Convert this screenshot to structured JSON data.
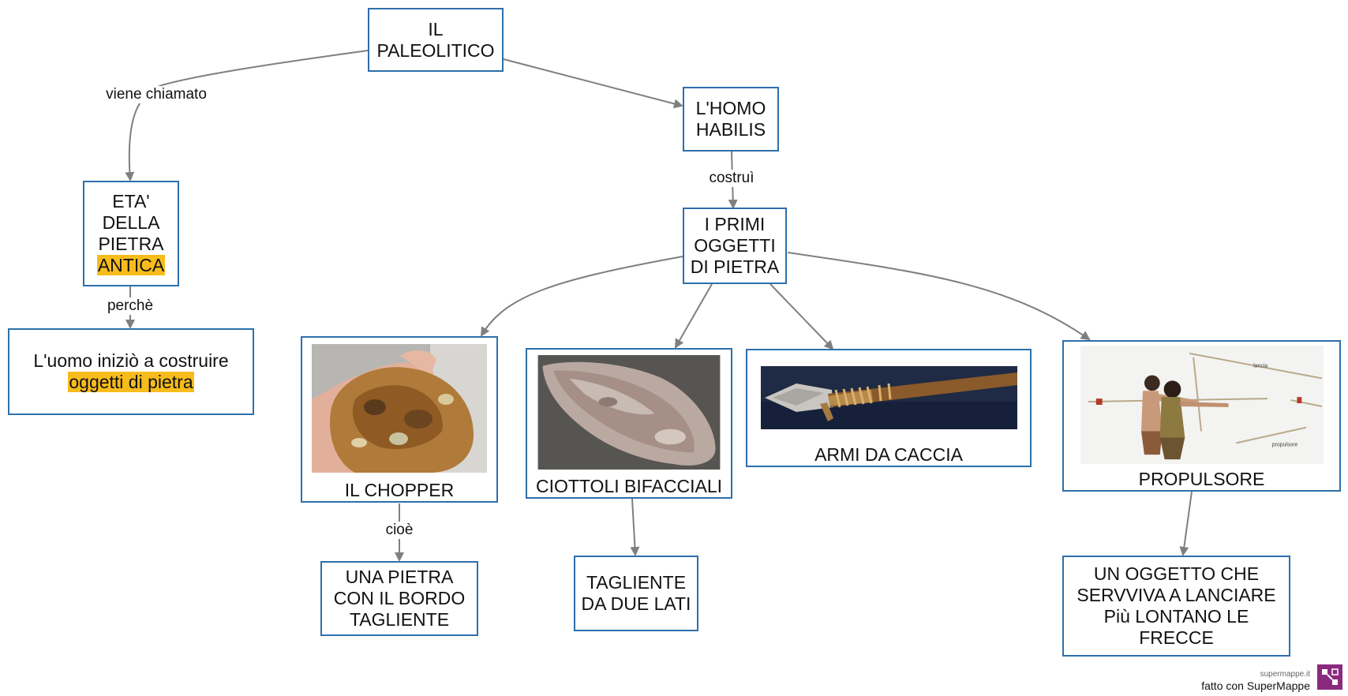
{
  "nodes": {
    "paleolitico": {
      "lines": [
        "IL",
        "PALEOLITICO"
      ]
    },
    "homo": {
      "lines": [
        "L'HOMO",
        "HABILIS"
      ]
    },
    "eta": {
      "lines": [
        "ETA'",
        "DELLA",
        "PIETRA"
      ],
      "highlight": "ANTICA"
    },
    "uomo": {
      "line1": "L'uomo iniziò a costruire",
      "highlight": "oggetti di pietra"
    },
    "primi": {
      "lines": [
        "I PRIMI",
        "OGGETTI",
        "DI PIETRA"
      ]
    },
    "chopper": {
      "caption": "IL CHOPPER"
    },
    "ciottoli": {
      "caption": "CIOTTOLI BIFACCIALI"
    },
    "armi": {
      "caption": "ARMI DA CACCIA"
    },
    "propulsore": {
      "caption": "PROPULSORE",
      "img_labels": [
        "lancia",
        "propulsore"
      ]
    },
    "pietra_bordo": {
      "lines": [
        "UNA PIETRA",
        "CON IL BORDO",
        "TAGLIENTE"
      ]
    },
    "tagliente": {
      "lines": [
        "TAGLIENTE",
        "DA DUE LATI"
      ]
    },
    "oggetto": {
      "lines": [
        "UN OGGETTO CHE",
        "SERVVIVA A LANCIARE",
        "Più LONTANO LE",
        "FRECCE"
      ]
    }
  },
  "edge_labels": {
    "viene": "viene chiamato",
    "perche": "perchè",
    "costrui": "costruì",
    "cioe": "cioè"
  },
  "footer": {
    "small": "supermappe.it",
    "text": "fatto con SuperMappe"
  },
  "colors": {
    "border": "#2e6fad",
    "highlight": "#f7bc1b",
    "arrow": "#7f7f7f",
    "logo": "#8a2a7e"
  }
}
